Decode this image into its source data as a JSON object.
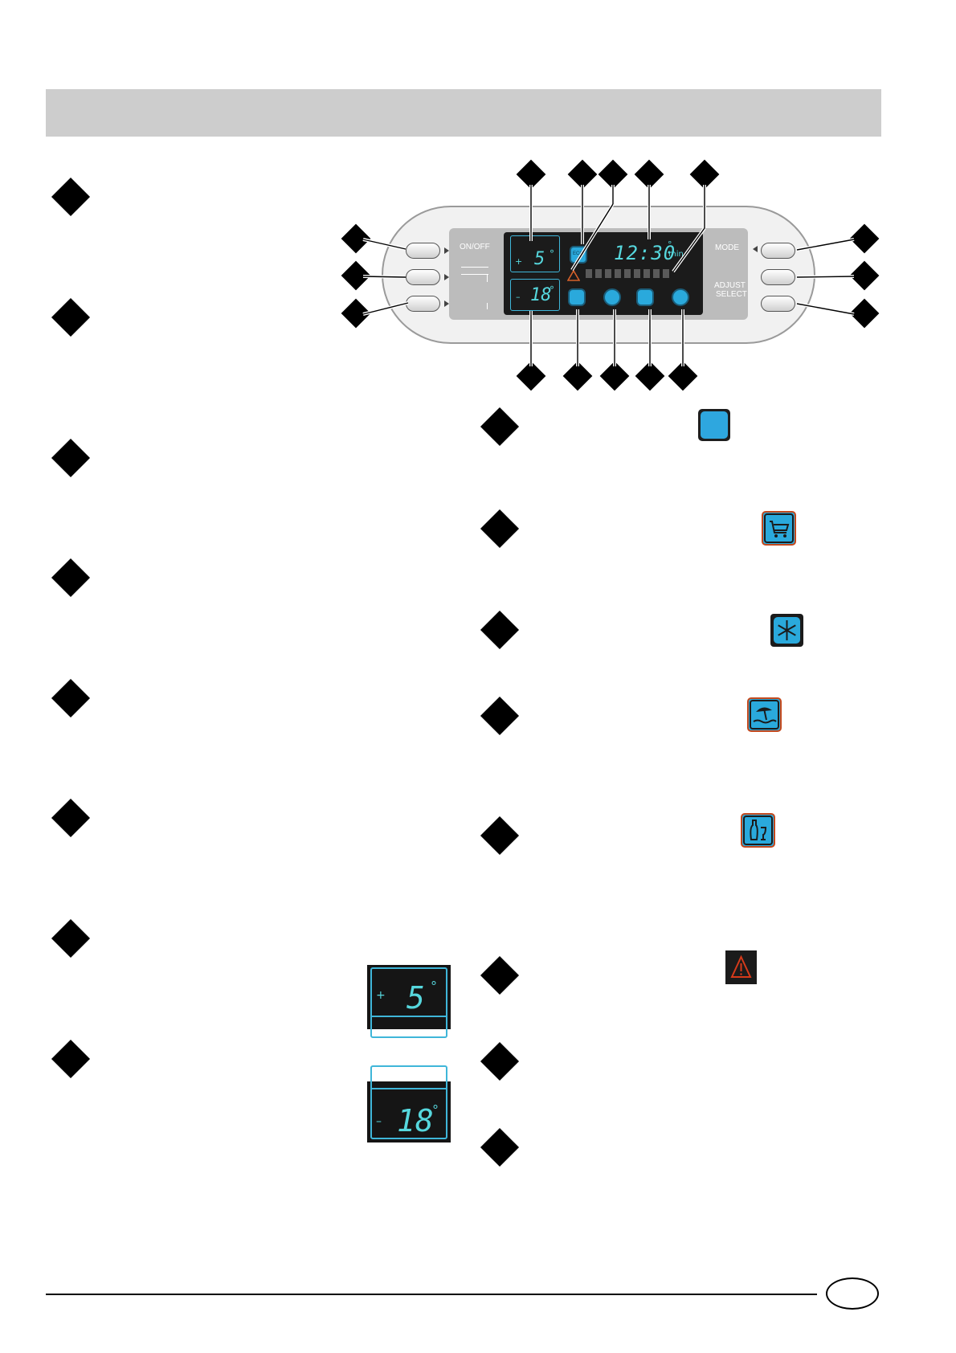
{
  "panel": {
    "left_buttons": [
      "",
      "",
      ""
    ],
    "onoff_label": "ON/OFF",
    "mode_label": "MODE",
    "adjust_label": "ADJUST",
    "select_label": "SELECT",
    "fridge_sign": "+",
    "fridge_temp": "5",
    "freezer_sign": "–",
    "freezer_temp": "18",
    "degree": "°",
    "time": "12:30",
    "time_unit_deg": "°",
    "time_unit": "min",
    "eco_label": "ECO"
  },
  "insets": {
    "fridge": {
      "sign": "+",
      "temp": "5",
      "degree": "°"
    },
    "freezer": {
      "sign": "–",
      "temp": "18",
      "degree": "°"
    }
  },
  "colors": {
    "lcd_digit": "#56d7dd",
    "lcd_blue": "#2aa9dc",
    "icon_border_orange": "#c4481c",
    "warning_red": "#d63a1a",
    "header_gray": "#cdcdcd"
  },
  "icons": {
    "right_column": [
      "blue-square-icon",
      "shopping-cart-icon",
      "snowflake-icon",
      "beach-umbrella-icon",
      "bottle-glass-icon",
      "warning-triangle-icon"
    ]
  }
}
